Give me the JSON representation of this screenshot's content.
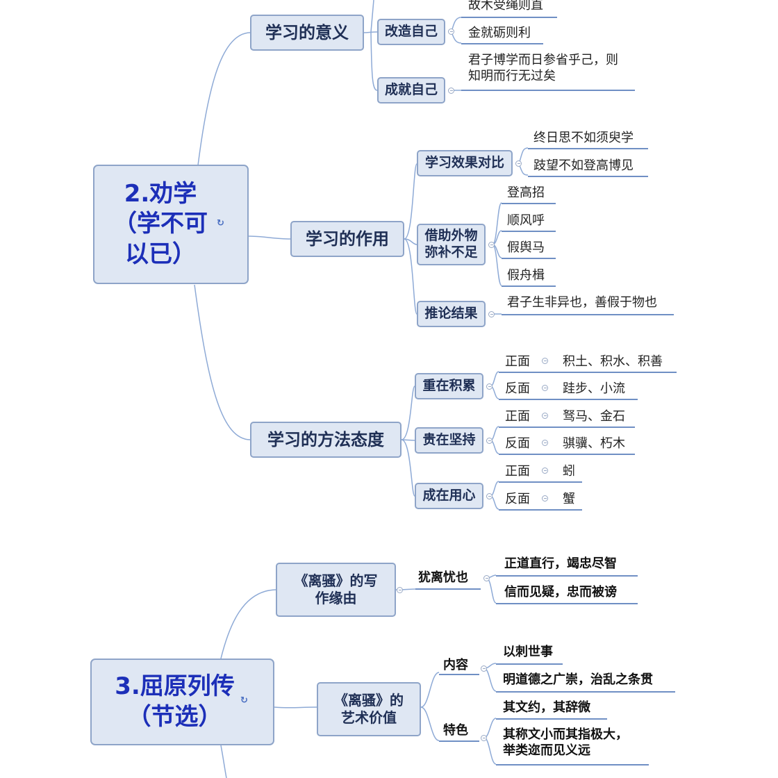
{
  "quan_xue": {
    "root": "2.劝学\n（学不可\n以已）",
    "meaning": {
      "label": "学习的意义",
      "gaizao": {
        "label": "改造自己",
        "items": [
          "故木受绳则直",
          "金就砺则利"
        ]
      },
      "chengjiu": {
        "label": "成就自己",
        "item": "君子博学而日参省乎己，则\n知明而行无过矣"
      }
    },
    "effect": {
      "label": "学习的作用",
      "duibi": {
        "label": "学习效果对比",
        "items": [
          "终日思不如须臾学",
          "跂望不如登高博见"
        ]
      },
      "jiezhu": {
        "label": "借助外物\n弥补不足",
        "items": [
          "登高招",
          "顺风呼",
          "假舆马",
          "假舟楫"
        ]
      },
      "tuilun": {
        "label": "推论结果",
        "item": "君子生非异也，善假于物也"
      }
    },
    "method": {
      "label": "学习的方法态度",
      "jilei": {
        "label": "重在积累",
        "rows": [
          {
            "side": "正面",
            "text": "积土、积水、积善"
          },
          {
            "side": "反面",
            "text": "跬步、小流"
          }
        ]
      },
      "jianchi": {
        "label": "贵在坚持",
        "rows": [
          {
            "side": "正面",
            "text": "驽马、金石"
          },
          {
            "side": "反面",
            "text": "骐骥、朽木"
          }
        ]
      },
      "yongxin": {
        "label": "成在用心",
        "rows": [
          {
            "side": "正面",
            "text": "蚓"
          },
          {
            "side": "反面",
            "text": "蟹"
          }
        ]
      }
    }
  },
  "qu_yuan": {
    "root": "3.屈原列传\n（节选）",
    "reason": {
      "label": "《离骚》的写\n作缘由",
      "sub": "犹离忧也",
      "items": [
        "正道直行，竭忠尽智",
        "信而见疑，忠而被谤"
      ]
    },
    "art": {
      "label": "《离骚》的\n艺术价值",
      "content": {
        "label": "内容",
        "items": [
          "以刺世事",
          "明道德之广崇，治乱之条贯"
        ]
      },
      "feature": {
        "label": "特色",
        "items": [
          "其文约，其辞微",
          "其称文小而其指极大，\n举类迩而见义远"
        ]
      }
    }
  },
  "colors": {
    "box_fill": "#dfe7f3",
    "box_border": "#8ea4c8",
    "root_text": "#1c2fb8",
    "connector": "#8eaad6",
    "underline": "#6f8fc4"
  },
  "icons": [
    "collapse-dot-icon",
    "topic-mark-icon"
  ]
}
